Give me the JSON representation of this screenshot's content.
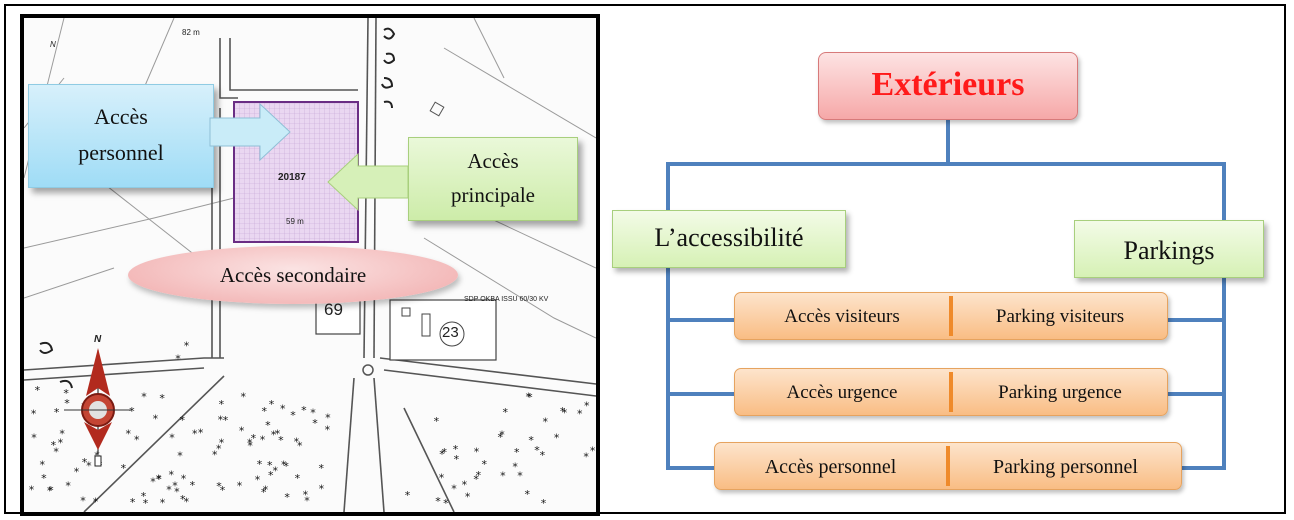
{
  "map": {
    "callouts": {
      "acces_personnel": [
        "Accès",
        "personnel"
      ],
      "acces_principale": [
        "Accès",
        "principale"
      ],
      "acces_secondaire": "Accès secondaire"
    },
    "labels": {
      "dimension_top": "82 m",
      "dimension_bottom": "59 m",
      "parcel_number": "20187",
      "lot_69": "69",
      "lot_23": "23",
      "substation": "SDP OKBA ISSU 60/30 KV",
      "north": "N"
    }
  },
  "diagram": {
    "root": "Extérieurs",
    "branches": {
      "left": "L’accessibilité",
      "right": "Parkings"
    },
    "rows": [
      {
        "access": "Accès  visiteurs",
        "parking": "Parking visiteurs"
      },
      {
        "access": "Accès  urgence",
        "parking": "Parking urgence"
      },
      {
        "access": "Accès  personnel",
        "parking": "Parking  personnel"
      }
    ],
    "colors": {
      "connector": "#4f81bd",
      "root_text": "#ff1a1a",
      "root_fill": "#f6a8a8",
      "branch_fill": "#d6f1b5",
      "leaf_fill": "#f9bd84",
      "leaf_divider": "#ef8a2a"
    }
  }
}
